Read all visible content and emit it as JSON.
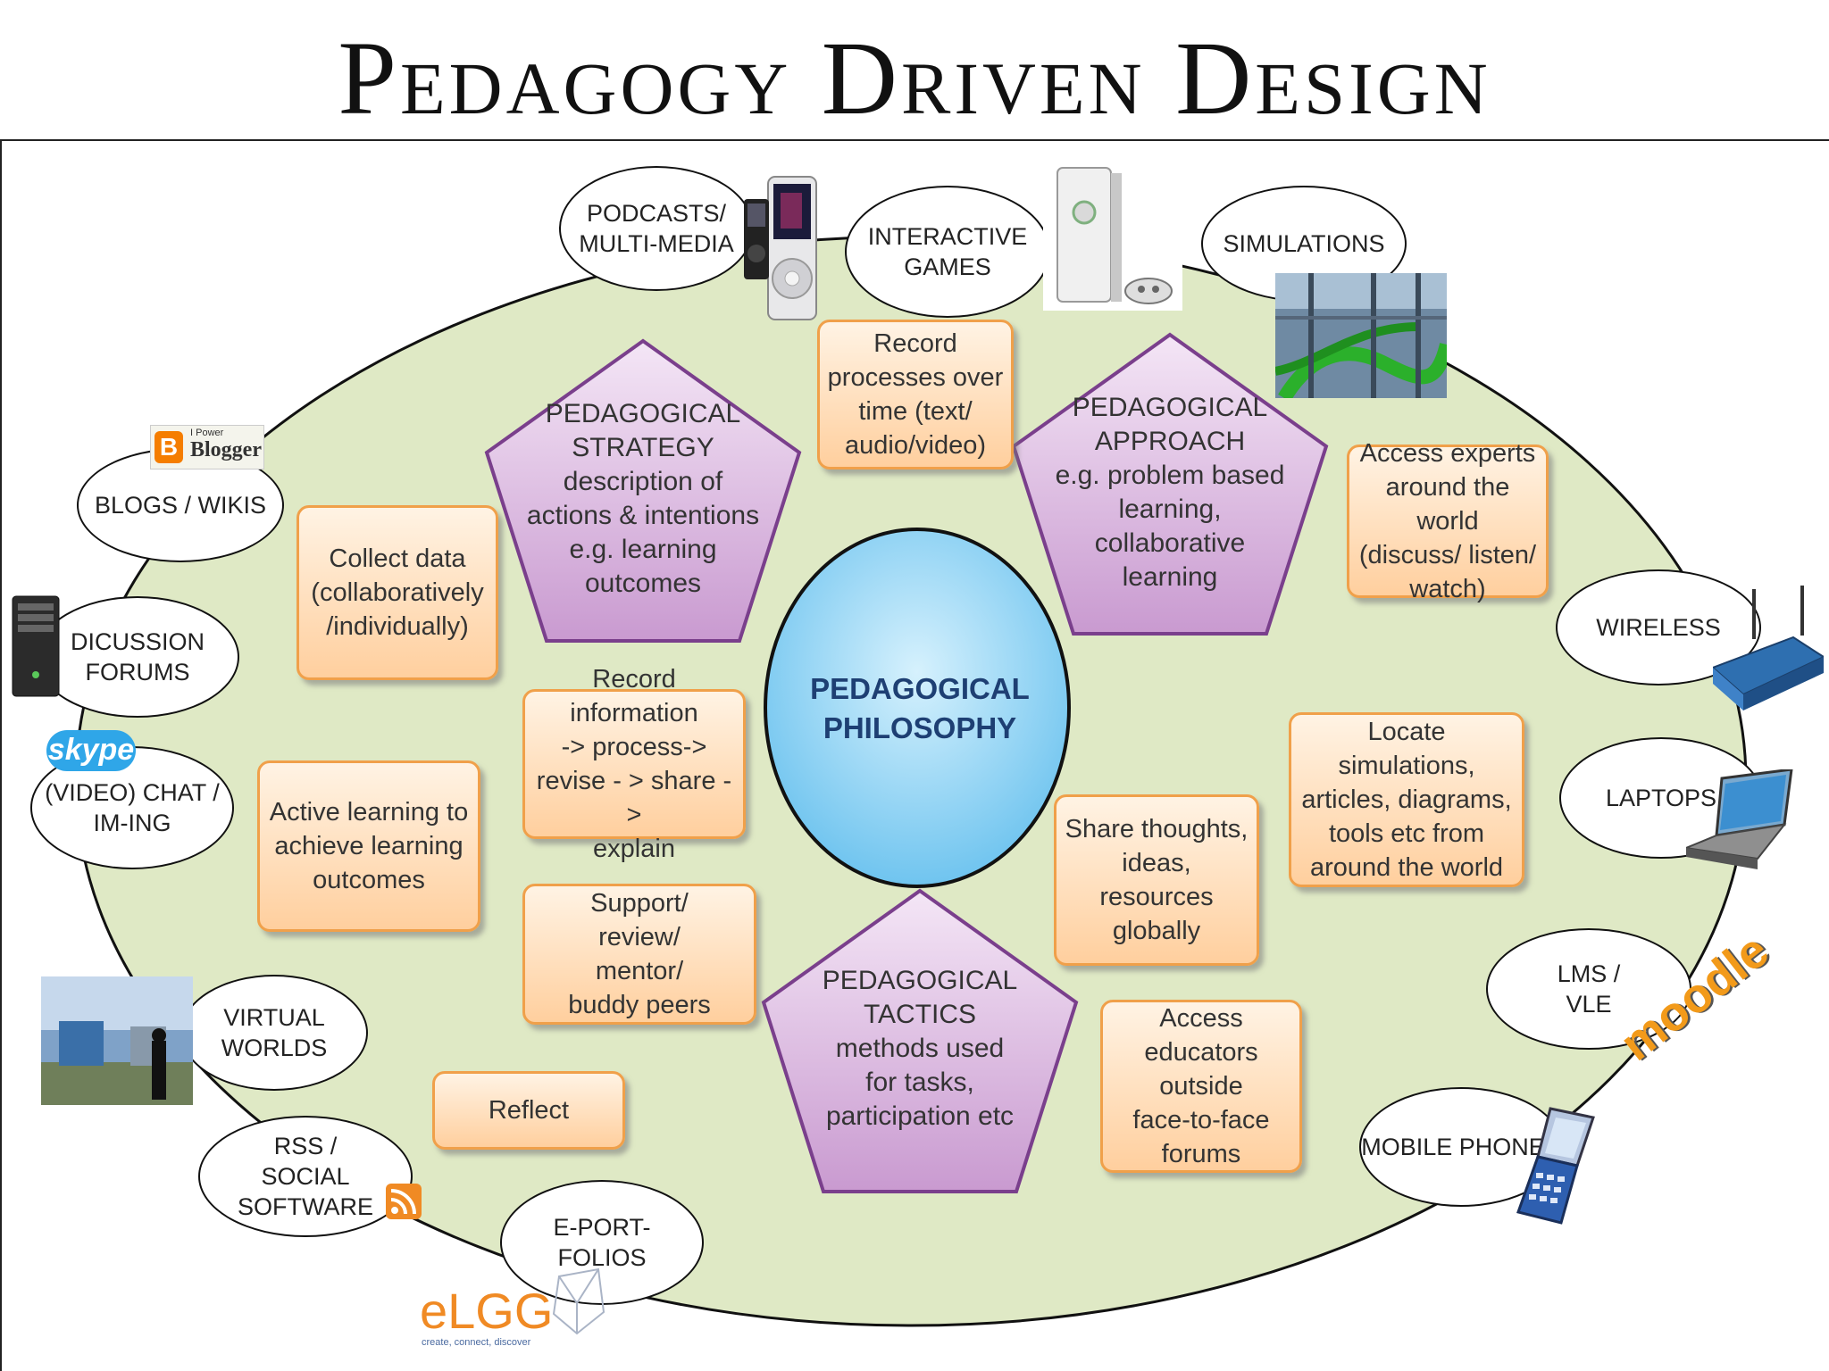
{
  "title": "Pedagogy Driven Design",
  "center": {
    "label": "PEDAGOGICAL\nPHILOSOPHY"
  },
  "pentagons": {
    "strategy": "PEDAGOGICAL\nSTRATEGY\ndescription of\nactions & intentions\ne.g. learning\noutcomes",
    "approach": "PEDAGOGICAL\nAPPROACH\ne.g. problem based\nlearning,\ncollaborative\nlearning",
    "tactics": "PEDAGOGICAL\nTACTICS\nmethods used\nfor tasks,\nparticipation etc"
  },
  "boxes": {
    "record_processes": "Record\nprocesses over\ntime (text/\naudio/video)",
    "collect_data": "Collect data\n(collaboratively\n/individually)",
    "access_experts": "Access experts\naround the world\n(discuss/ listen/\nwatch)",
    "record_information": "Record information\n-> process->\nrevise - > share ->\nexplain",
    "active_learning": "Active learning to\nachieve learning\noutcomes",
    "locate_simulations": "Locate simulations,\narticles, diagrams,\ntools etc from\naround the world",
    "share_thoughts": "Share thoughts,\nideas, resources\nglobally",
    "support_review": "Support/\nreview/\nmentor/\nbuddy peers",
    "reflect": "Reflect",
    "access_educators": "Access educators\noutside\nface-to-face\nforums"
  },
  "tools": {
    "podcasts": "PODCASTS/\nMULTI-MEDIA",
    "interactive_games": "INTERACTIVE\nGAMES",
    "simulations": "SIMULATIONS",
    "blogs_wikis": "BLOGS / WIKIS",
    "discussion_forums": "DICUSSION\nFORUMS",
    "video_chat": "(VIDEO) CHAT /\nIM-ING",
    "virtual_worlds": "VIRTUAL\nWORLDS",
    "rss_social": "RSS /\nSOCIAL SOFTWARE",
    "eportfolios": "E-PORT-\nFOLIOS",
    "wireless": "WIRELESS",
    "laptops": "LAPTOPS",
    "lms_vle": "LMS /\nVLE",
    "mobile_phones": "MOBILE PHONES"
  },
  "logos": {
    "blogger_small": "I Power",
    "blogger": "Blogger",
    "skype": "skype",
    "moodle": "moodle",
    "elgg": "eLGG",
    "elgg_tagline": "create, connect, discover"
  },
  "colors": {
    "oval_fill": "#dfe9c5",
    "pentagon_fill": "#d7b4dc",
    "pentagon_stroke": "#7a3f8c",
    "box_border": "#f0a04a",
    "center_fill": "#8fd3f5",
    "center_text": "#1e3f73"
  },
  "icons": [
    "ipod-icon",
    "xbox-icon",
    "industrial-pipes-image",
    "server-tower-icon",
    "virtual-world-image",
    "rss-icon",
    "router-icon",
    "laptop-icon",
    "flip-phone-icon"
  ]
}
